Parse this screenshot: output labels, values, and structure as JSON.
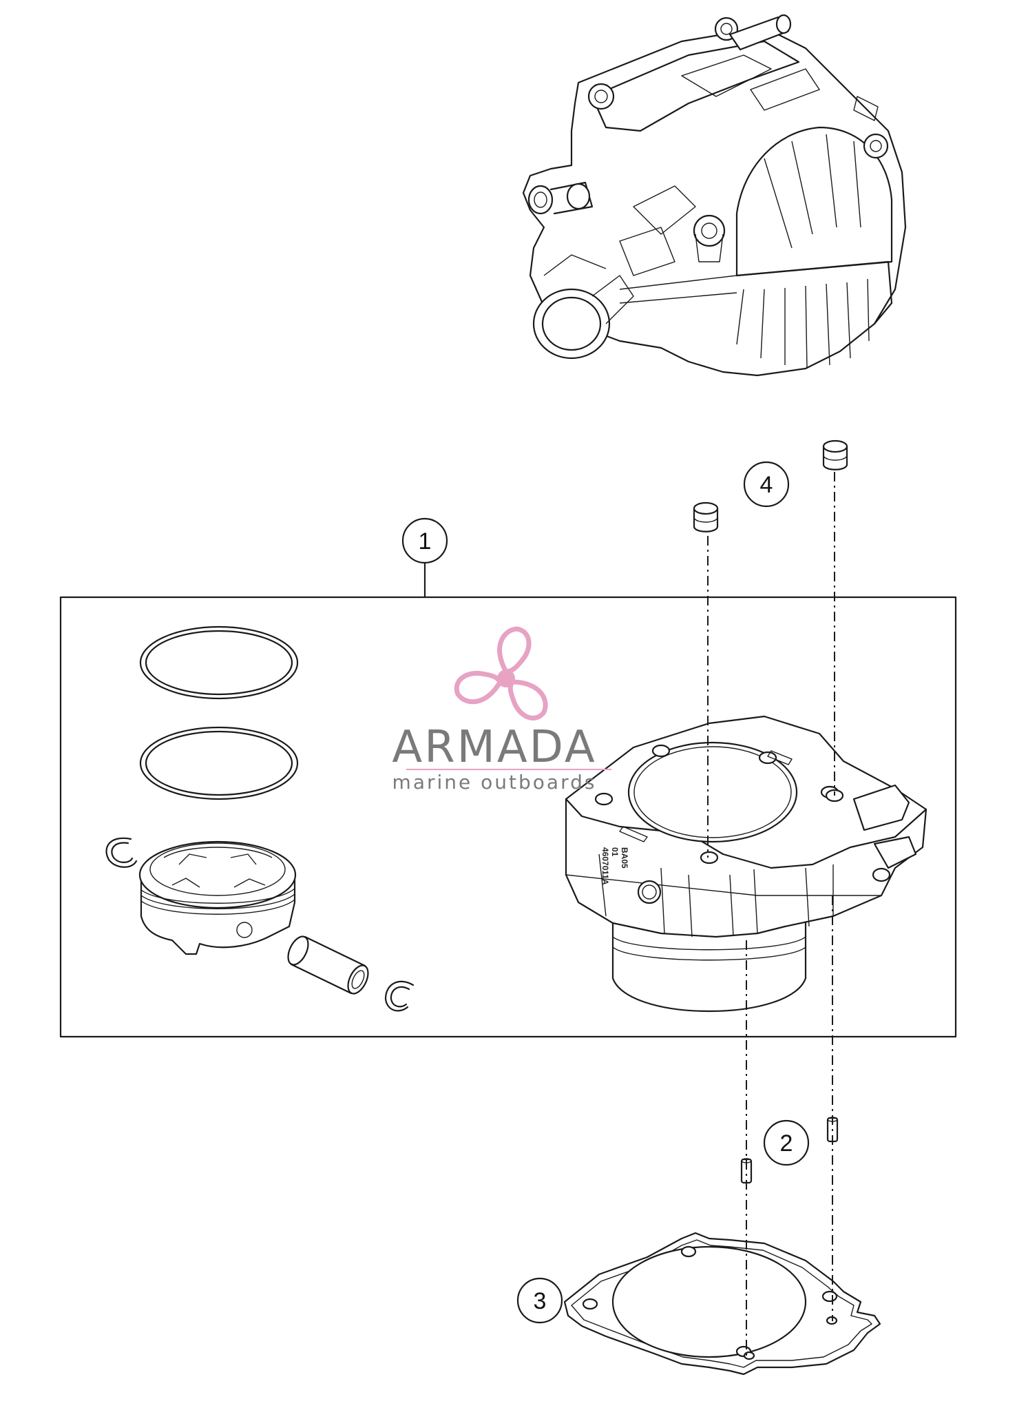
{
  "callouts": [
    {
      "label": "1"
    },
    {
      "label": "2"
    },
    {
      "label": "3"
    },
    {
      "label": "4"
    }
  ],
  "watermark": {
    "title": "ARMADA",
    "subtitle": "marine outboards",
    "title_color": "#7a7a7a",
    "subtitle_color": "#7a7a7a",
    "logo_color": "#e7a2c4",
    "rule_color": "#e7a2c4"
  },
  "cylinder_marking": {
    "lines": [
      "BA05",
      "01",
      "4607011A"
    ]
  }
}
